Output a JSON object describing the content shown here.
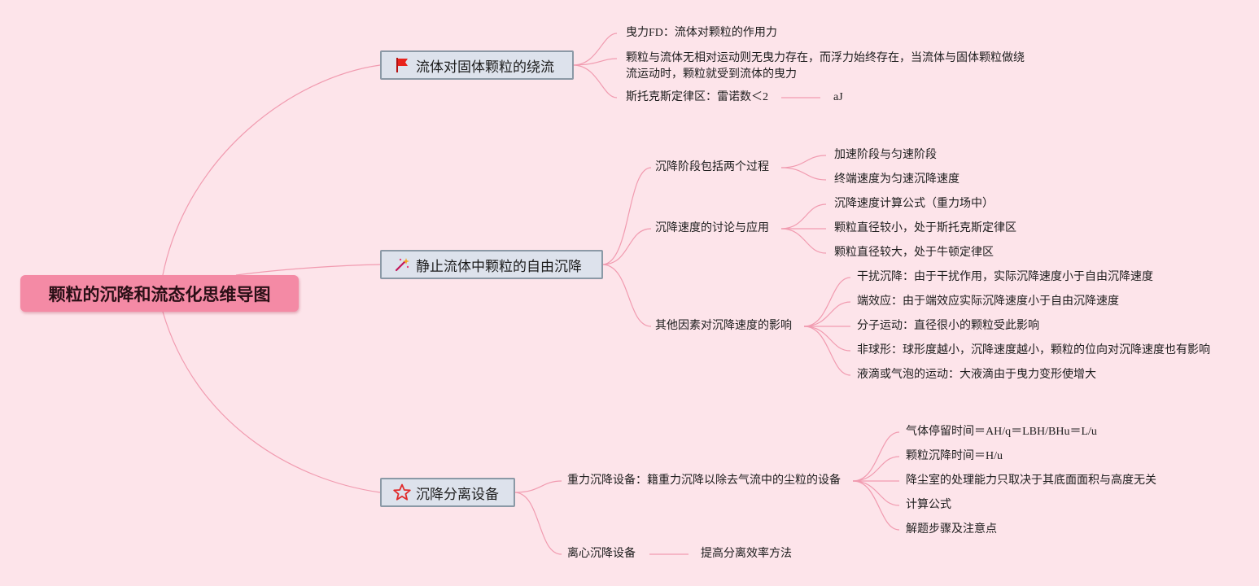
{
  "root": {
    "title": "颗粒的沉降和流态化思维导图"
  },
  "colors": {
    "background": "#fde4ea",
    "line": "#f19bb0",
    "root_fill": "#f48aa5",
    "branch_fill": "#dde2ec",
    "branch_border": "#8b99a6"
  },
  "branches": [
    {
      "icon": "red-flag-icon",
      "label": "流体对固体颗粒的绕流",
      "items": [
        "曳力FD：流体对颗粒的作用力",
        "颗粒与流体无相对运动则无曳力存在，而浮力始终存在，当流体与固体颗粒做绕流运动时，颗粒就受到流体的曳力",
        "斯托克斯定律区：雷诺数＜2"
      ],
      "sub_note": "aJ"
    },
    {
      "icon": "magic-wand-icon",
      "label": "静止流体中颗粒的自由沉降",
      "groups": [
        {
          "label": "沉降阶段包括两个过程",
          "items": [
            "加速阶段与匀速阶段",
            "终端速度为匀速沉降速度"
          ]
        },
        {
          "label": "沉降速度的讨论与应用",
          "items": [
            "沉降速度计算公式（重力场中）",
            "颗粒直径较小，处于斯托克斯定律区",
            "颗粒直径较大，处于牛顿定律区"
          ]
        },
        {
          "label": "其他因素对沉降速度的影响",
          "items": [
            "干扰沉降：由于干扰作用，实际沉降速度小于自由沉降速度",
            "端效应：由于端效应实际沉降速度小于自由沉降速度",
            "分子运动：直径很小的颗粒受此影响",
            "非球形：球形度越小，沉降速度越小，颗粒的位向对沉降速度也有影响",
            "液滴或气泡的运动：大液滴由于曳力变形使增大"
          ]
        }
      ]
    },
    {
      "icon": "star-icon",
      "label": "沉降分离设备",
      "groups": [
        {
          "label": "重力沉降设备：籍重力沉降以除去气流中的尘粒的设备",
          "items": [
            "气体停留时间＝AH/q＝LBH/BHu＝L/u",
            "颗粒沉降时间＝H/u",
            "降尘室的处理能力只取决于其底面面积与高度无关",
            "计算公式",
            "解题步骤及注意点"
          ]
        },
        {
          "label": "离心沉降设备",
          "items": [
            "提高分离效率方法"
          ]
        }
      ]
    }
  ]
}
